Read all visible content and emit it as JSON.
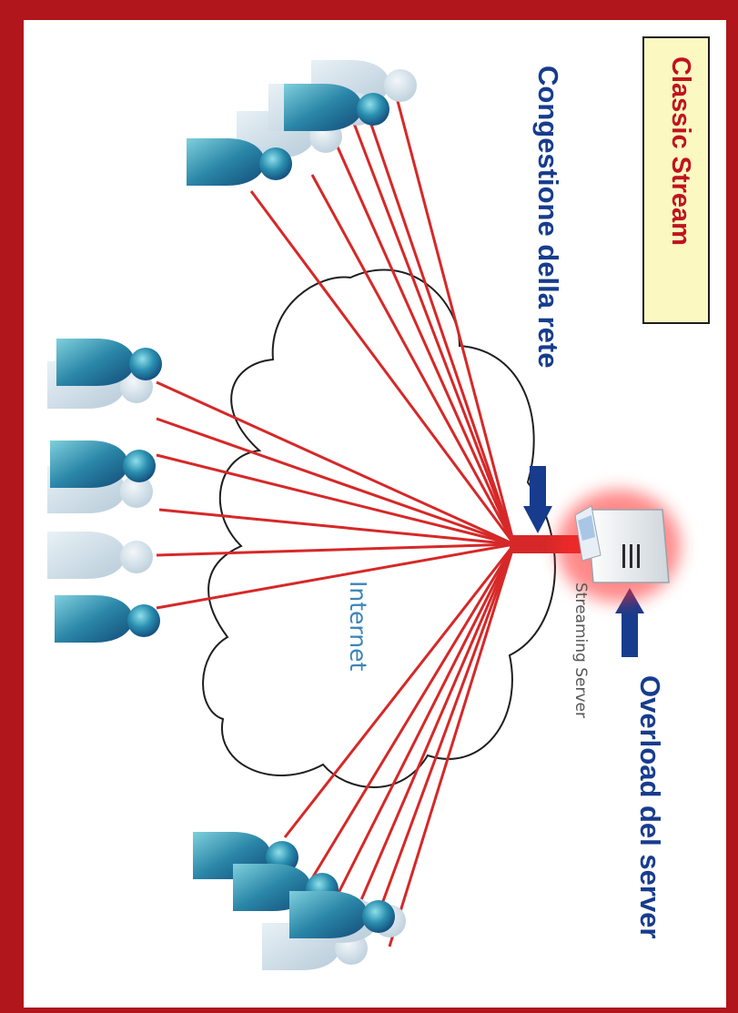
{
  "title": "Classic Stream",
  "labels": {
    "congestion": "Congestione della rete",
    "overload": "Overload del server",
    "server": "Streaming Server",
    "cloud": "Internet"
  },
  "icons": {
    "server": "server-icon",
    "client": "user-icon",
    "network": "cloud-icon",
    "arrow": "arrow-icon"
  },
  "colors": {
    "background": "#b0161c",
    "connection": "#d62828",
    "title_text": "#c1121f",
    "title_box": "#fbf8c2",
    "heading": "#173c8e",
    "cloud_label": "#3a84b8",
    "client_dark": "#1e5f85",
    "client_faded": "#c4d8e6"
  }
}
